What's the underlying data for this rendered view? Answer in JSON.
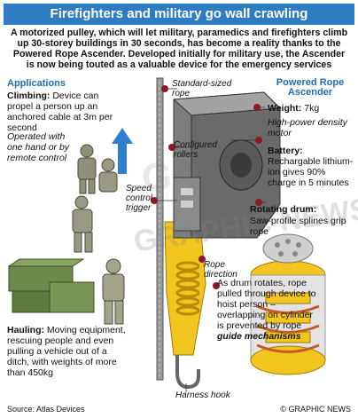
{
  "title": "Firefighters and military go wall crawling",
  "intro": [
    "A motorized pulley, which will let military, paramedics and firefighters climb",
    "up 30-storey buildings in 30 seconds, has become a reality thanks to the",
    "Powered Rope Ascender. Developed initially for military use, the Ascender",
    "is now being touted as a valuable device for the emergency services"
  ],
  "applications": {
    "heading": "Applications",
    "climbing_label": "Climbing:",
    "climbing_text": "Device can propel a person up an anchored cable at 3m per second",
    "operated": "Operated with one hand or by remote control",
    "hauling_label": "Hauling:",
    "hauling_text": "Moving equipment, rescuing people and even pulling a vehicle out of a ditch, with weights of more than 450kg"
  },
  "device": {
    "heading": "Powered Rope Ascender",
    "weight_label": "Weight:",
    "weight_value": "7kg",
    "motor": "High-power density motor",
    "battery_label": "Battery:",
    "battery_text": "Rechargable lithium-ion gives 90% charge in 5 minutes",
    "drum_label": "Rotating drum:",
    "drum_text": "Saw-profile splines grip rope",
    "rope_direction": "Rope direction",
    "mechanism_text": "As drum rotates, rope pulled through device to hoist person – overlapping on cylinder is prevented by rope",
    "mechanism_bold": "guide mechanisms"
  },
  "callouts": {
    "standard_rope": "Standard-sized rope",
    "configured_rollers": "Configured rollers",
    "speed_trigger": "Speed control trigger",
    "harness_hook": "Harness hook"
  },
  "watermark": "GRAPHIC NEWS",
  "watermark_short": "GN",
  "source": "Source: Atlas Devices",
  "copyright": "© GRAPHIC NEWS",
  "colors": {
    "title_bar": "#2e7dc2",
    "heading_blue": "#1f6db5",
    "device_body": "#7d7d7d",
    "device_dark": "#4a4a4a",
    "yellow_frame": "#f2c61f",
    "callout_dot": "#8a1a2a",
    "arrow_blue": "#2f7fd0"
  }
}
